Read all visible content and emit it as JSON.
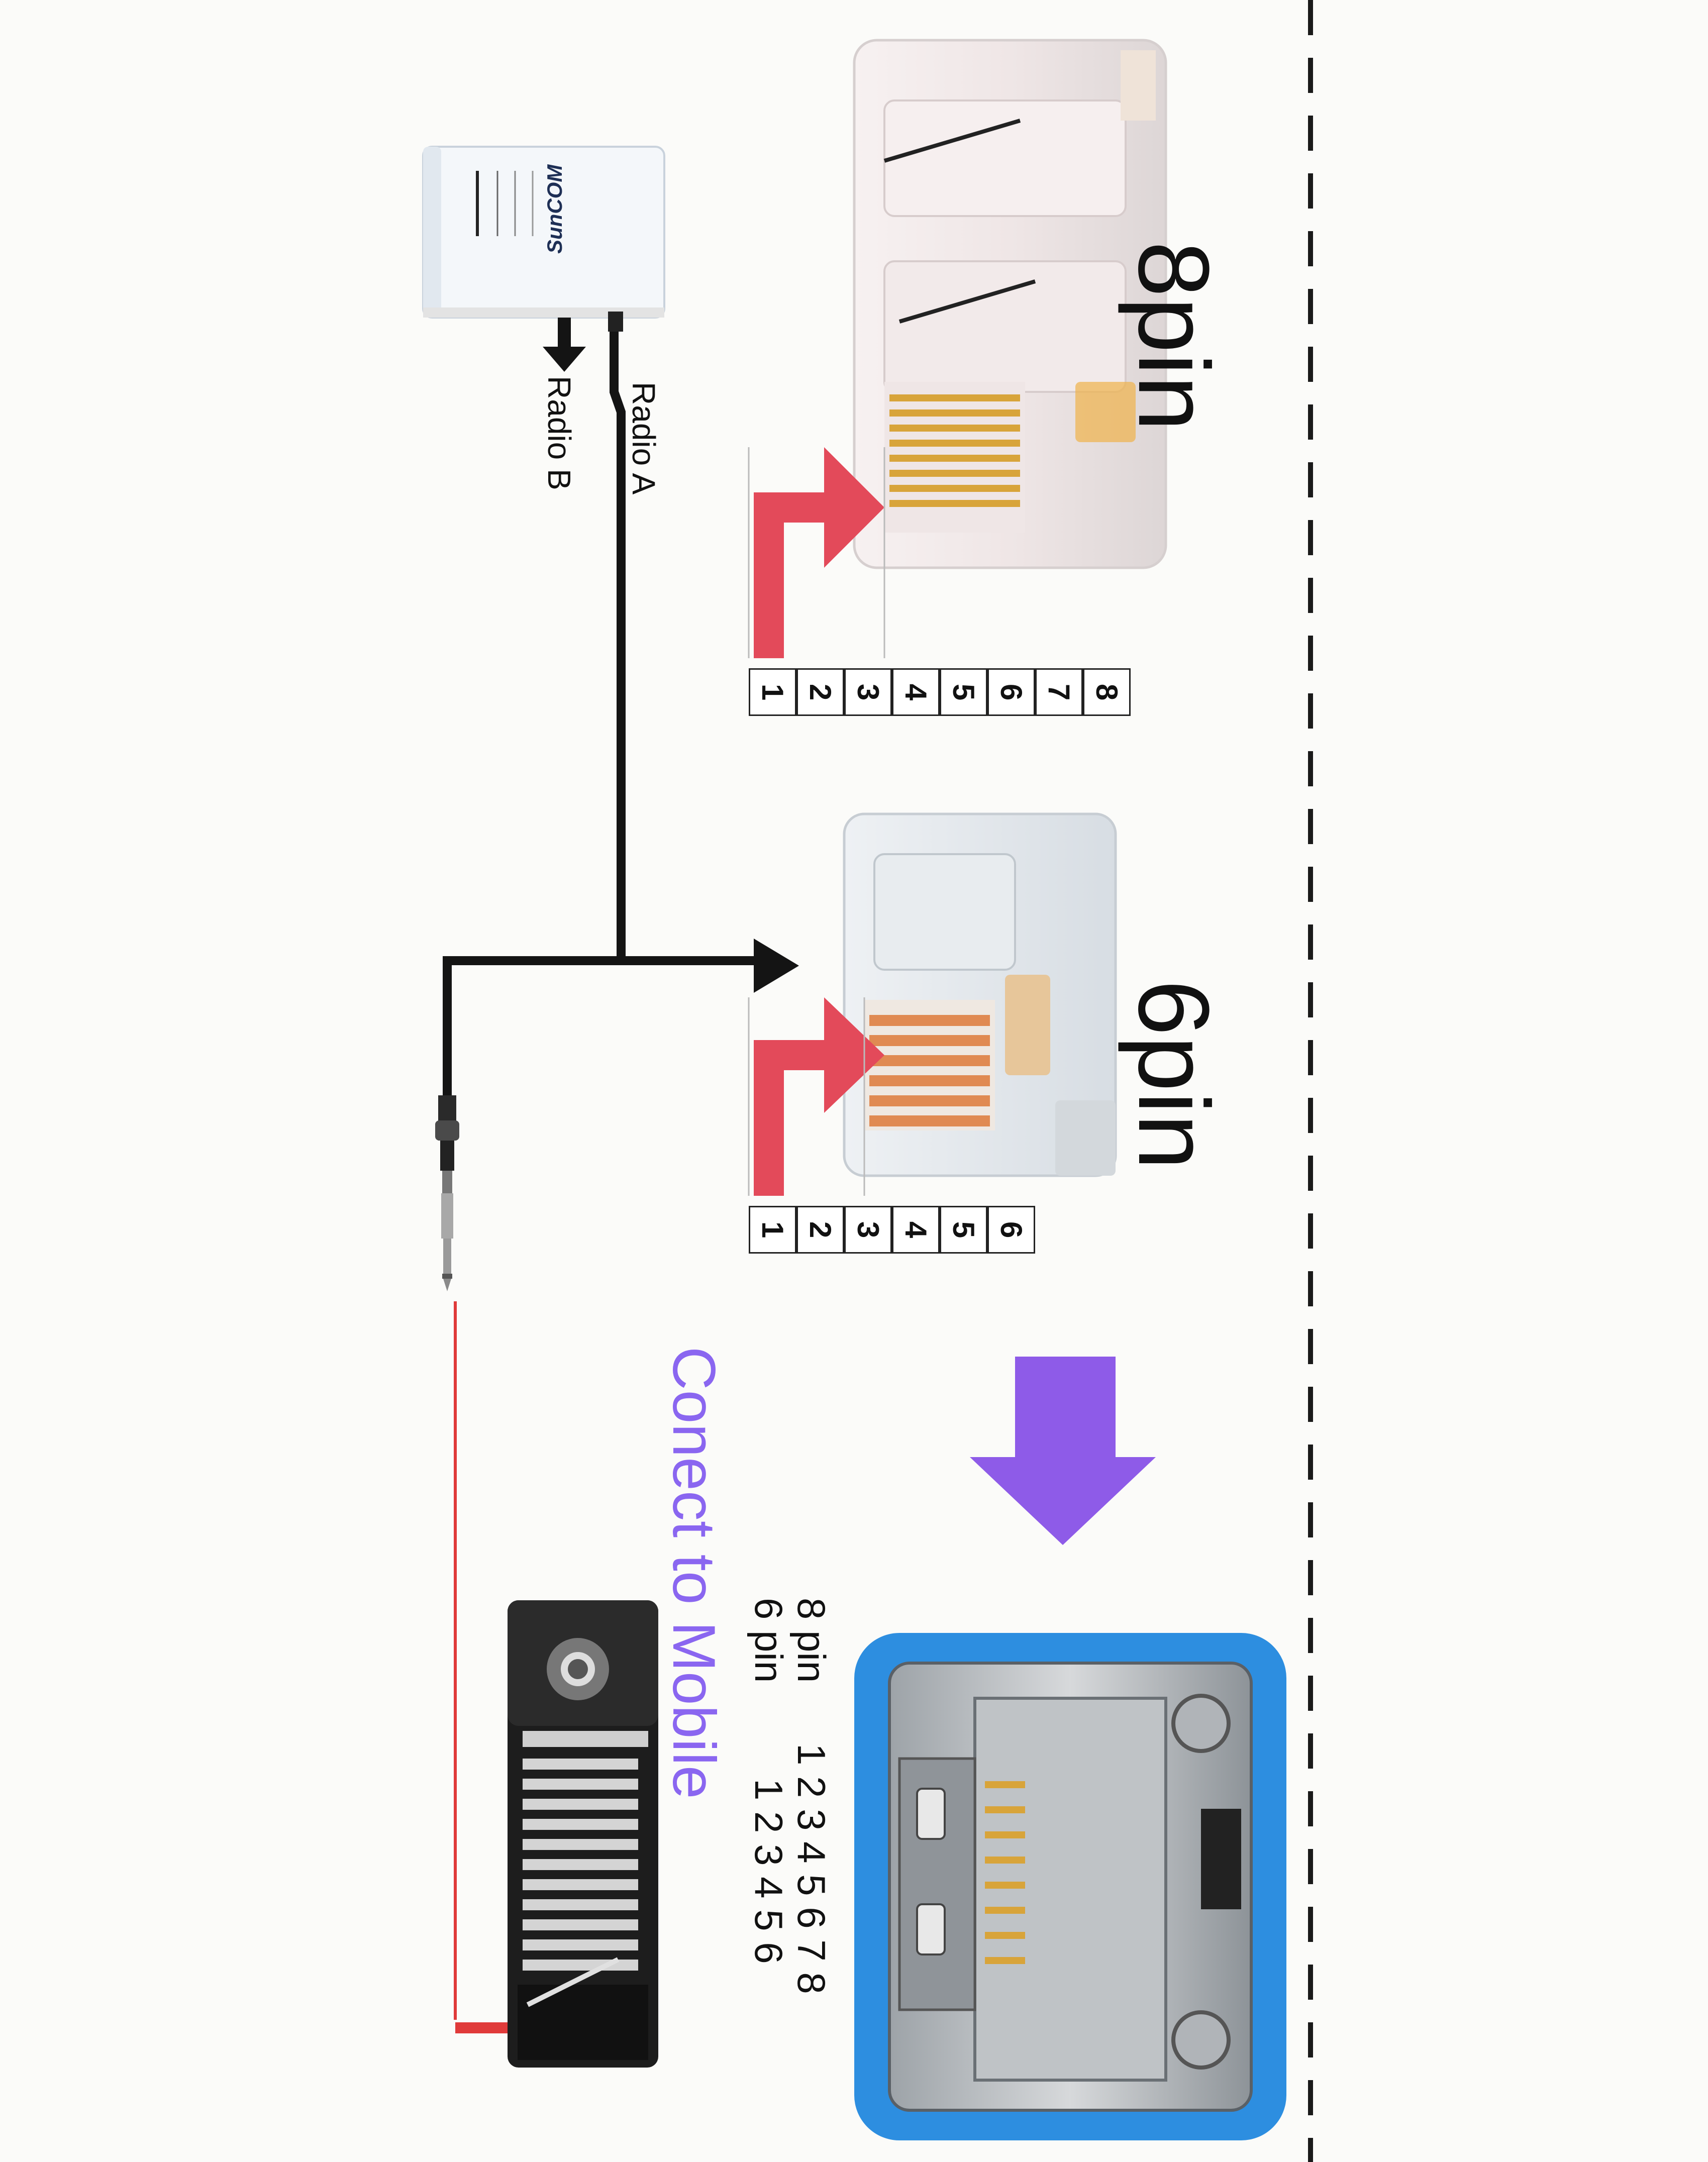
{
  "diagram": {
    "router": {
      "brand": "SunCOM",
      "out_a_label": "Radio A",
      "out_b_label": "Radio B"
    },
    "connector_8pin": {
      "title": "8pin",
      "pins": [
        "1",
        "2",
        "3",
        "4",
        "5",
        "6",
        "7",
        "8"
      ]
    },
    "connector_6pin": {
      "title": "6pin",
      "pins": [
        "1",
        "2",
        "3",
        "4",
        "5",
        "6"
      ]
    },
    "mobile": {
      "caption": "Conect to Mobile",
      "row_8pin_label": "8 pin",
      "row_8pin_numbers": "1 2 3 4 5 6 7 8",
      "row_6pin_label": "6 pin",
      "row_6pin_numbers": "1 2 3 4 5 6"
    },
    "colors": {
      "wire": "#141414",
      "red_arrow": "#e34a5a",
      "purple_arrow": "#8e5be8",
      "socket_frame": "#2d8ee0",
      "pin_gold": "#d8a43a",
      "pin_copper": "#e08a52",
      "red_line": "#e03a3a"
    }
  }
}
